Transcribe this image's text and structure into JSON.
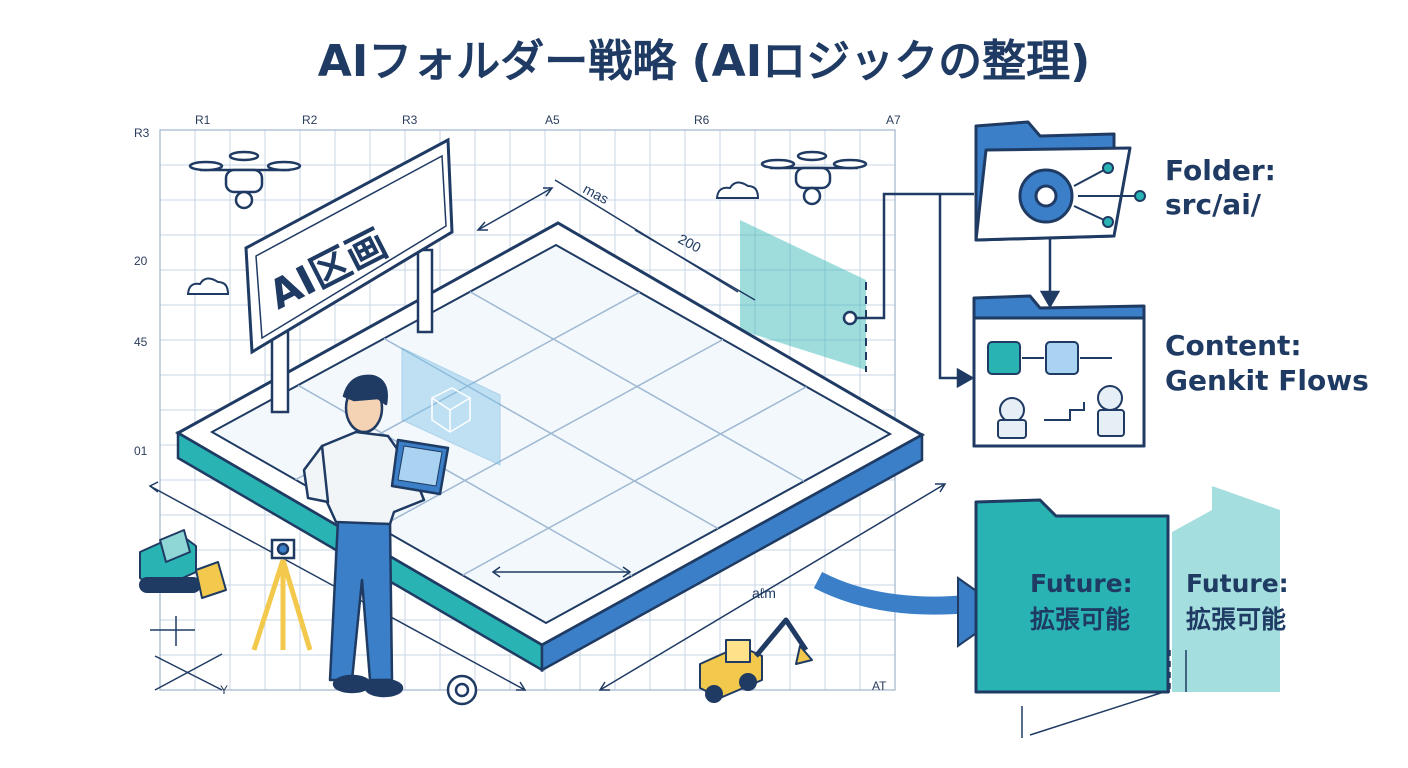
{
  "title": "AIフォルダー戦略 (AIロジックの整理)",
  "grid_labels": {
    "top": [
      "R1",
      "R2",
      "R3",
      "A5",
      "R6",
      "A7"
    ],
    "left": [
      "R3",
      "20",
      "45",
      "01"
    ],
    "corner": "AT"
  },
  "sign_text": "AI区画",
  "dimensions": [
    "mas",
    "200",
    "aℓm"
  ],
  "axis_label": "Y",
  "folder": {
    "label": "Folder:",
    "value": "src/ai/"
  },
  "content": {
    "label": "Content:",
    "value": "Genkit Flows"
  },
  "future": {
    "label": "Future:",
    "value": "拡張可能"
  },
  "colors": {
    "navy": "#1f3b63",
    "teal": "#2ab3b3",
    "blue": "#3a7fc8",
    "grid": "#c9d6e6"
  }
}
